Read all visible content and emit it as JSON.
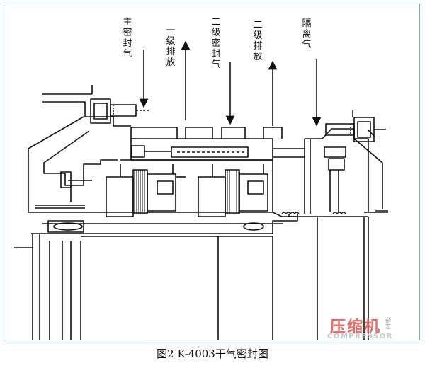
{
  "labels": {
    "primary_seal_gas": "主密封气",
    "stage1_vent": "一级排放",
    "stage2_seal_gas": "二级密封气",
    "stage2_vent": "二级排放",
    "separation_gas": "隔离气"
  },
  "caption": "图2 K-4003干气密封图",
  "watermark": {
    "cn": "压缩机",
    "cn_small": "杂志",
    "en": "COMPRESSOR"
  },
  "colors": {
    "frame": "#6fb3b8",
    "line": "#111111",
    "watermark": "#e85a57"
  }
}
